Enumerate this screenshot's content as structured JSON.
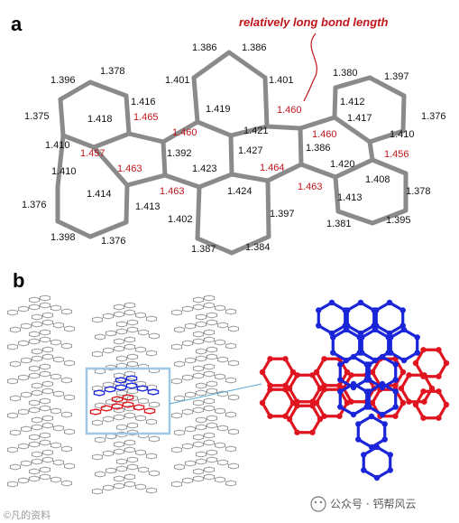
{
  "panel_a": {
    "label": "a",
    "callout_text": "relatively long bond length",
    "colors": {
      "black_text": "#111111",
      "red_text": "#c0161b",
      "bond": "#8a8a8a"
    },
    "bond_labels": [
      {
        "text": "1.386",
        "red": false
      },
      {
        "text": "1.386",
        "red": false
      },
      {
        "text": "1.401",
        "red": false
      },
      {
        "text": "1.401",
        "red": false
      },
      {
        "text": "1.419",
        "red": false
      },
      {
        "text": "1.421",
        "red": false
      },
      {
        "text": "1.460",
        "red": true
      },
      {
        "text": "1.380",
        "red": false
      },
      {
        "text": "1.397",
        "red": false
      },
      {
        "text": "1.412",
        "red": false
      },
      {
        "text": "1.417",
        "red": false
      },
      {
        "text": "1.376",
        "red": false
      },
      {
        "text": "1.460",
        "red": true
      },
      {
        "text": "1.410",
        "red": false
      },
      {
        "text": "1.386",
        "red": false
      },
      {
        "text": "1.456",
        "red": true
      },
      {
        "text": "1.420",
        "red": false
      },
      {
        "text": "1.408",
        "red": false
      },
      {
        "text": "1.378",
        "red": false
      },
      {
        "text": "1.463",
        "red": true
      },
      {
        "text": "1.413",
        "red": false
      },
      {
        "text": "1.381",
        "red": false
      },
      {
        "text": "1.395",
        "red": false
      },
      {
        "text": "1.396",
        "red": false
      },
      {
        "text": "1.378",
        "red": false
      },
      {
        "text": "1.416",
        "red": false
      },
      {
        "text": "1.375",
        "red": false
      },
      {
        "text": "1.418",
        "red": false
      },
      {
        "text": "1.465",
        "red": true
      },
      {
        "text": "1.460",
        "red": true
      },
      {
        "text": "1.410",
        "red": false
      },
      {
        "text": "1.457",
        "red": true
      },
      {
        "text": "1.392",
        "red": false
      },
      {
        "text": "1.427",
        "red": false
      },
      {
        "text": "1.463",
        "red": true
      },
      {
        "text": "1.423",
        "red": false
      },
      {
        "text": "1.464",
        "red": true
      },
      {
        "text": "1.410",
        "red": false
      },
      {
        "text": "1.376",
        "red": false
      },
      {
        "text": "1.414",
        "red": false
      },
      {
        "text": "1.463",
        "red": true
      },
      {
        "text": "1.424",
        "red": false
      },
      {
        "text": "1.413",
        "red": false
      },
      {
        "text": "1.402",
        "red": false
      },
      {
        "text": "1.397",
        "red": false
      },
      {
        "text": "1.398",
        "red": false
      },
      {
        "text": "1.376",
        "red": false
      },
      {
        "text": "1.387",
        "red": false
      },
      {
        "text": "1.384",
        "red": false
      }
    ]
  },
  "panel_b": {
    "label": "b",
    "colors": {
      "stack": "#8e8e8e",
      "red_molecule": "#e0141e",
      "blue_molecule": "#1a24d8",
      "box": "#9ec8e6"
    }
  },
  "watermark": {
    "left_text": "©凡的资料",
    "right_text": "公众号 · 钙帮风云"
  }
}
